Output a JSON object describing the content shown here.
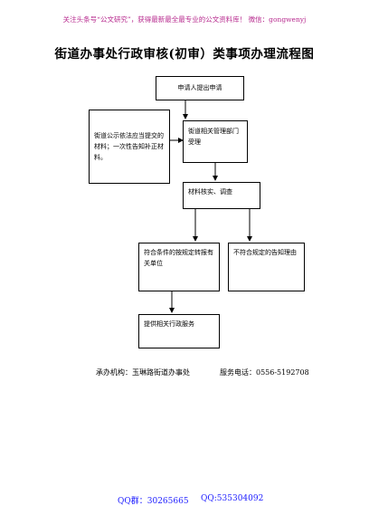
{
  "header": {
    "banner": "关注头条号“公文研究”，获得最新最全最专业的公文资料库！  微信：gongwenyj",
    "title": "街道办事处行政审核(初审）类事项办理流程图"
  },
  "flow": {
    "apply": "申请人提出申请",
    "publish": "街道公示依法应当提交的材料；一次性告知补正材料。",
    "accept": "街道相关管理部门受理",
    "verify": "材料核实、调查",
    "ok": "符合条件的按规定转报有关单位",
    "reject": "不符合规定的告知理由",
    "service": "提供相关行政服务"
  },
  "footer": {
    "org": "承办机构：玉琳路街道办事处",
    "phone": "服务电话：0556-5192708",
    "qq_group": "QQ群：30265665",
    "qq": "QQ:535304092"
  }
}
